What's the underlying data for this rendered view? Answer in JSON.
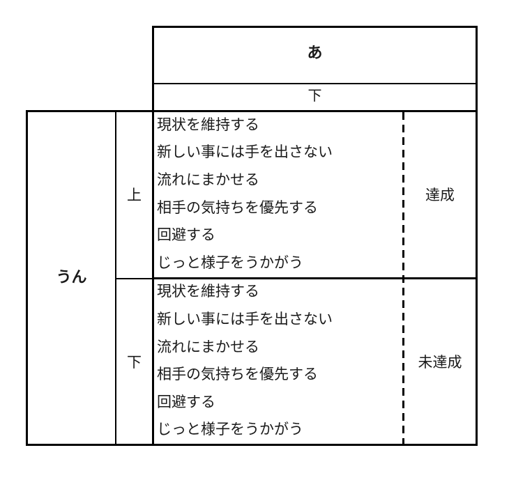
{
  "header": {
    "top": "あ",
    "sub": "下"
  },
  "row_group": {
    "label": "うん"
  },
  "sections": [
    {
      "level": "上",
      "items": [
        "現状を維持する",
        "新しい事には手を出さない",
        "流れにまかせる",
        "相手の気持ちを優先する",
        "回避する",
        "じっと様子をうかがう"
      ],
      "result": "達成"
    },
    {
      "level": "下",
      "items": [
        "現状を維持する",
        "新しい事には手を出さない",
        "流れにまかせる",
        "相手の気持ちを優先する",
        "回避する",
        "じっと様子をうかがう"
      ],
      "result": "未達成"
    }
  ]
}
